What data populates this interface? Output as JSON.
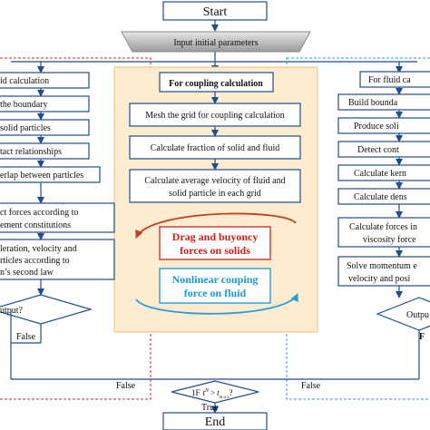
{
  "start": "Start",
  "end": "End",
  "input": "Input initial parameters",
  "left": {
    "b1": "id calculation",
    "b2": "the boundary",
    "b3": "solid particles",
    "b4": "tact relationships",
    "b5": "erlap between particles",
    "b6a": "ct forces according to",
    "b6b": "ement constitutions",
    "b7a": "leration, velocity and",
    "b7b": "rticles according to",
    "b7c": "n’s second law",
    "diamond": "utput?",
    "false": "False"
  },
  "center": {
    "title": "For coupling calculation",
    "b1": "Mesh the grid for coupling calculation",
    "b2": "Calculate fraction of solid and fluid",
    "b3a": "Calculate average velocity of fluid and",
    "b3b": "solid particle in each grid",
    "drag_a": "Drag and buyoncy",
    "drag_b": "forces on solids",
    "nonlin_a": "Nonlinear couping",
    "nonlin_b": "force on fluid",
    "accent_red": "#d0201c",
    "accent_blue": "#1a9ad6"
  },
  "right": {
    "b1": "For fluid ca",
    "b2": "Build bounda",
    "b3": "Produce soli",
    "b4": "Detect cont",
    "b5": "Calculate kern",
    "b6": "Calculate dens",
    "b7a": "Calculate forces in",
    "b7b": "viscosity force",
    "b8a": "Solve momentum e",
    "b8b": "velocity and posi",
    "diamond": "Outpu",
    "false": "F"
  },
  "bottom": {
    "false_left": "False",
    "false_right": "False",
    "if_prefix": "1F",
    "if_t": "t",
    "if_sup": "N",
    "if_gt": ">",
    "if_t2": "t",
    "if_sub": "m a x",
    "if_q": "?",
    "true": "True"
  }
}
